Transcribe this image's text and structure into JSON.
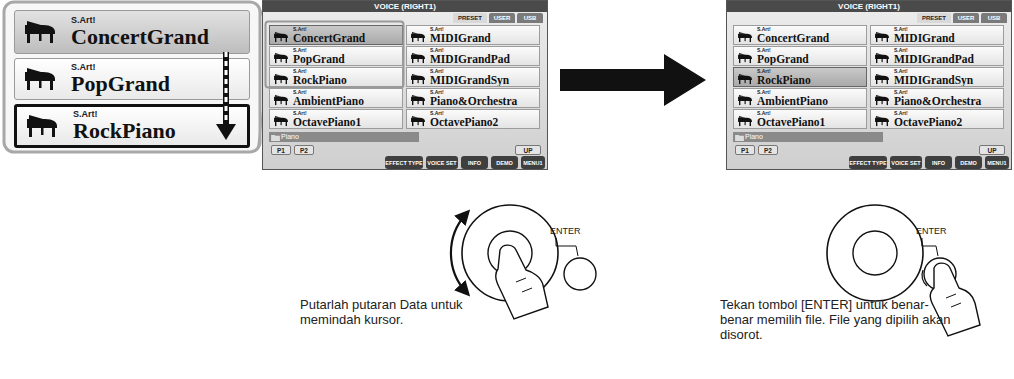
{
  "diagram": {
    "nodes": [
      {
        "text": [
          "S.Art!",
          "ConcertGrand"
        ]
      },
      {
        "text": [
          "S.Art!",
          "PopGrand"
        ]
      },
      {
        "text": [
          "S.Art!",
          "RockPiano"
        ]
      },
      {
        "text": [
          "VOICE (RIGHT1)"
        ]
      },
      {
        "text": [
          "PRESET"
        ],
        "in": 3
      },
      {
        "text": [
          "USER"
        ],
        "in": 3
      },
      {
        "text": [
          "USB"
        ],
        "in": 3
      },
      {
        "text": [
          "S.Art!",
          "ConcertGrand"
        ],
        "in": 3
      },
      {
        "text": [
          "S.Art!",
          "MIDIGrand"
        ],
        "in": 3
      },
      {
        "text": [
          "S.Art!",
          "PopGrand"
        ],
        "in": 3
      },
      {
        "text": [
          "S.Art!",
          "MIDIGrandPad"
        ],
        "in": 3
      },
      {
        "text": [
          "S.Art!",
          "RockPiano"
        ],
        "in": 3
      },
      {
        "text": [
          "S.Art!",
          "MIDIGrandSyn"
        ],
        "in": 3
      },
      {
        "text": [
          "S.Art!",
          "AmbientPiano"
        ],
        "in": 3
      },
      {
        "text": [
          "S.Art!",
          "Piano&Orchestra"
        ],
        "in": 3
      },
      {
        "text": [
          "S.Art!",
          "OctavePiano1"
        ],
        "in": 3
      },
      {
        "text": [
          "S.Art!",
          "OctavePiano2"
        ],
        "in": 3
      },
      {
        "text": [
          "Piano"
        ],
        "in": 3
      },
      {
        "text": [
          "P1"
        ],
        "in": 3
      },
      {
        "text": [
          "P2"
        ],
        "in": 3
      },
      {
        "text": [
          "UP"
        ],
        "in": 3
      },
      {
        "text": [
          "EFFECT TYPE"
        ],
        "in": 3
      },
      {
        "text": [
          "VOICE SET"
        ],
        "in": 3
      },
      {
        "text": [
          "INFO"
        ],
        "in": 3
      },
      {
        "text": [
          "DEMO"
        ],
        "in": 3
      },
      {
        "text": [
          "MENU1"
        ],
        "in": 3
      },
      {
        "text": [
          "VOICE (RIGHT1)"
        ]
      },
      {
        "text": [
          "PRESET"
        ],
        "in": 26
      },
      {
        "text": [
          "USER"
        ],
        "in": 26
      },
      {
        "text": [
          "USB"
        ],
        "in": 26
      },
      {
        "text": [
          "S.Art!",
          "ConcertGrand"
        ],
        "in": 26
      },
      {
        "text": [
          "S.Art!",
          "MIDIGrand"
        ],
        "in": 26
      },
      {
        "text": [
          "S.Art!",
          "PopGrand"
        ],
        "in": 26
      },
      {
        "text": [
          "S.Art!",
          "MIDIGrandPad"
        ],
        "in": 26
      },
      {
        "text": [
          "S.Art!",
          "RockPiano"
        ],
        "in": 26
      },
      {
        "text": [
          "S.Art!",
          "MIDIGrandSyn"
        ],
        "in": 26
      },
      {
        "text": [
          "S.Art!",
          "AmbientPiano"
        ],
        "in": 26
      },
      {
        "text": [
          "S.Art!",
          "Piano&Orchestra"
        ],
        "in": 26
      },
      {
        "text": [
          "S.Art!",
          "OctavePiano1"
        ],
        "in": 26
      },
      {
        "text": [
          "S.Art!",
          "OctavePiano2"
        ],
        "in": 26
      },
      {
        "text": [
          "Piano"
        ],
        "in": 26
      },
      {
        "text": [
          "P1"
        ],
        "in": 26
      },
      {
        "text": [
          "P2"
        ],
        "in": 26
      },
      {
        "text": [
          "UP"
        ],
        "in": 26
      },
      {
        "text": [
          "EFFECT TYPE"
        ],
        "in": 26
      },
      {
        "text": [
          "VOICE SET"
        ],
        "in": 26
      },
      {
        "text": [
          "INFO"
        ],
        "in": 26
      },
      {
        "text": [
          "DEMO"
        ],
        "in": 26
      },
      {
        "text": [
          "MENU1"
        ],
        "in": 26
      }
    ],
    "edges": [
      {
        "from": 3,
        "to": 26,
        "arrow": "to"
      }
    ],
    "labels": [
      "ENTER",
      "Putarlah putaran Data untuk memindah kursor.",
      "ENTER",
      "Tekan tombol [ENTER] untuk benar-benar memilih file. File yang dipilih akan disorot."
    ]
  }
}
